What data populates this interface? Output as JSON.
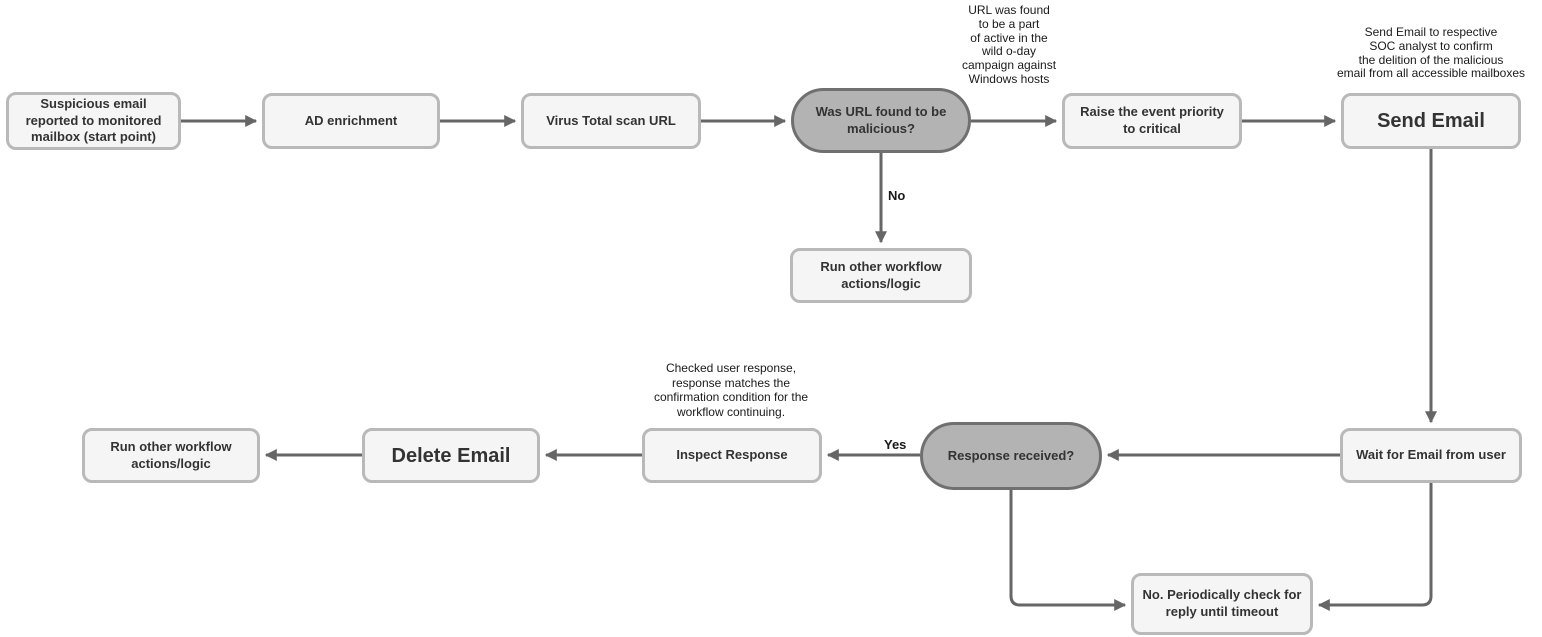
{
  "diagram": {
    "title": "",
    "nodes": {
      "start": {
        "label": "Suspicious email reported to monitored mailbox (start point)"
      },
      "ad_enrichment": {
        "label": "AD enrichment"
      },
      "virus_total": {
        "label": "Virus Total scan URL"
      },
      "url_malicious_decision": {
        "label": "Was URL found to be malicious?"
      },
      "raise_priority": {
        "label": "Raise the event priority to critical"
      },
      "send_email": {
        "label": "Send Email"
      },
      "run_other_workflow_top": {
        "label": "Run other workflow actions/logic"
      },
      "wait_for_email": {
        "label": "Wait for Email from user"
      },
      "response_received_decision": {
        "label": "Response received?"
      },
      "inspect_response": {
        "label": "Inspect Response"
      },
      "delete_email": {
        "label": "Delete Email"
      },
      "run_other_workflow_bottom": {
        "label": "Run other workflow actions/logic"
      },
      "periodic_check": {
        "label": "No. Periodically check for reply until timeout"
      }
    },
    "edge_labels": {
      "no": "No",
      "yes": "Yes"
    },
    "annotations": {
      "zero_day_campaign": {
        "lines": [
          "URL was found",
          "to be a part",
          "of active in the",
          "wild o-day",
          "campaign against",
          "Windows hosts"
        ]
      },
      "send_email_note": {
        "lines": [
          "Send Email to respective",
          "SOC analyst to confirm",
          "the delition of the malicious",
          "email from all accessible mailboxes"
        ]
      },
      "inspect_response_note": {
        "lines": [
          "Checked user response,",
          "response matches the",
          "confirmation condition for the",
          "workflow continuing."
        ]
      }
    },
    "colors": {
      "node_fill": "#f5f5f5",
      "node_border": "#b9b9b9",
      "decision_fill": "#b3b3b3",
      "decision_border": "#707070",
      "arrow": "#666666",
      "text": "#333333"
    }
  }
}
